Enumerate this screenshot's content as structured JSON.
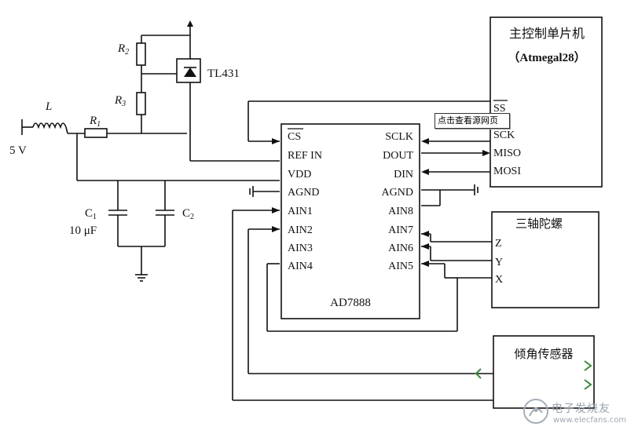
{
  "supply": {
    "label": "5 V"
  },
  "inductor": {
    "label": "L"
  },
  "resistors": {
    "r1": "R",
    "r1_sub": "1",
    "r2": "R",
    "r2_sub": "2",
    "r3": "R",
    "r3_sub": "3"
  },
  "regulator": {
    "label": "TL431"
  },
  "capacitors": {
    "c1": "C",
    "c1_sub": "1",
    "c1_value": "10 μF",
    "c2": "C",
    "c2_sub": "2"
  },
  "adc": {
    "name": "AD7888",
    "left_pins": [
      "CS",
      "REF IN",
      "VDD",
      "AGND",
      "AIN1",
      "AIN2",
      "AIN3",
      "AIN4"
    ],
    "right_pins": [
      "SCLK",
      "DOUT",
      "DIN",
      "AGND",
      "AIN8",
      "AIN7",
      "AIN6",
      "AIN5"
    ]
  },
  "mcu": {
    "title": "主控制单片机",
    "subtitle": "（Atmegal28）",
    "pins": [
      "SS",
      "SCK",
      "MISO",
      "MOSI"
    ]
  },
  "gyro": {
    "title": "三轴陀螺",
    "pins": [
      "Z",
      "Y",
      "X"
    ]
  },
  "tilt": {
    "title": "倾角传感器"
  },
  "tooltip": {
    "text": "点击查看源网页"
  },
  "watermark": {
    "text": "电子发烧友",
    "url": "www.elecfans.com"
  },
  "colors": {
    "line": "#111111",
    "tilt_marks": "#3a8a3a",
    "watermark": "#9aa3ad"
  }
}
